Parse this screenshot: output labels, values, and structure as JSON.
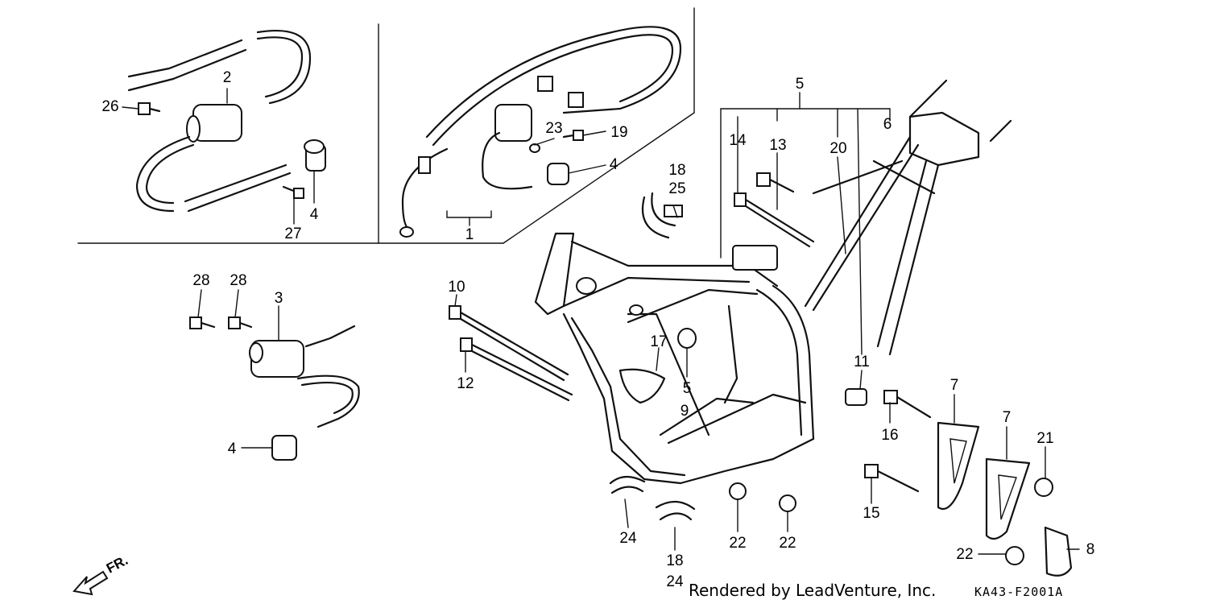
{
  "labels": {
    "l1": "1",
    "l2": "2",
    "l3": "3",
    "l4a": "4",
    "l4b": "4",
    "l4c": "4",
    "l5a": "5",
    "l5b": "5",
    "l6": "6",
    "l7a": "7",
    "l7b": "7",
    "l8": "8",
    "l9": "9",
    "l10": "10",
    "l11": "11",
    "l12": "12",
    "l13": "13",
    "l14": "14",
    "l15": "15",
    "l16": "16",
    "l17": "17",
    "l18a": "18",
    "l18b": "18",
    "l19": "19",
    "l20": "20",
    "l21": "21",
    "l22a": "22",
    "l22b": "22",
    "l22c": "22",
    "l23": "23",
    "l24a": "24",
    "l24b": "24",
    "l25": "25",
    "l26": "26",
    "l27": "27",
    "l28a": "28",
    "l28b": "28"
  },
  "footer": {
    "credit": "Rendered by LeadVenture, Inc.",
    "code": "KA43-F2001A",
    "direction": "FR."
  },
  "icons": {
    "direction_arrow": "front-direction-arrow-icon"
  }
}
